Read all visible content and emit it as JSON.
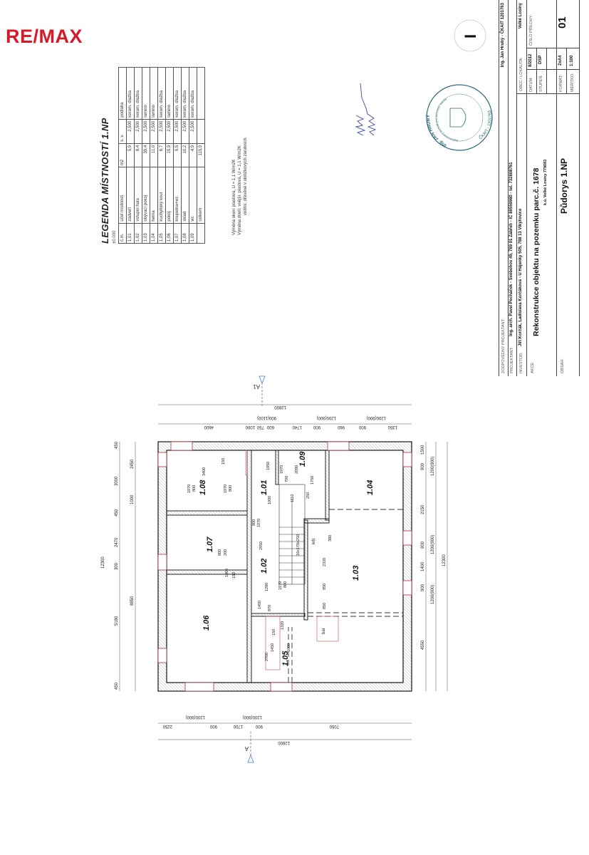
{
  "logo": {
    "text": "RE/MAX",
    "color": "#d71a2a"
  },
  "sheet_mark": "I",
  "legend": {
    "title": "LEGENDA MÍSTNOSTÍ 1.NP",
    "level": "±0.000",
    "headers": [
      "č.m.",
      "účel místnosti",
      "m2",
      "s. v.",
      "podlaha"
    ],
    "rows": [
      [
        "1,01",
        "zádveří",
        "5,9",
        "2,500",
        "keram. dlažba"
      ],
      [
        "1,02",
        "vstupní hala",
        "8,4",
        "2,500",
        "keram. dlažba"
      ],
      [
        "1,03",
        "obývací pokoj",
        "39,4",
        "2,500",
        "lamino"
      ],
      [
        "1,04",
        "herna",
        "11,0",
        "2,500",
        "lamino"
      ],
      [
        "1,05",
        "kuchyňský kout",
        "6,7",
        "2,500",
        "keram. dlažba"
      ],
      [
        "1,06",
        "pokoj",
        "19,9",
        "2,500",
        "lamino"
      ],
      [
        "1,07",
        "koupelna+wc",
        "9,5",
        "2,500",
        "keram. dlažba"
      ],
      [
        "1,08",
        "sklad",
        "10,2",
        "2,500",
        "keram. dlažba"
      ],
      [
        "1,09",
        "wc",
        "4,9",
        "2,500",
        "keram. dlažba"
      ]
    ],
    "total": {
      "label": "celkem",
      "m2": "115,9"
    },
    "notes": [
      "Výměna oken: plastová, U = 1,1 W/m2K",
      "Výměna dveří: vnější: plastová, U = 1,1 W/m2K",
      "vnitřní: dřevěné v obložkových zárubních"
    ]
  },
  "title_block": {
    "responsible_label": "ZODPOVĚDNÝ PROJEKTANT:",
    "responsible_value": "Ing. Jan Hrubý  -  ČKAIT 1201763",
    "designer_label": "PROJEKTANT:",
    "designer_value": "Ing. arch. Pavel Pecháček  -  Svébohov 49, 789 01 Zábřeh  -  IČ 88559980  -  tel. 732808761",
    "investor_label": "INVESTOR:",
    "investor_value": "Jiří Korčák, Ladislava Korčáková - U Hájenky 505, 788 13 Vikýřovice",
    "locality_label": "OBEC / LOKALITA:",
    "locality_value": "Velké Losiny",
    "project_label": "AKCE:",
    "project_value": "Rekonstrukce objektu na pozemku parc.č. 1678",
    "project_sub": "k.ú. Velké Losiny 779083",
    "content_label": "OBSAH:",
    "content_value": "Půdorys 1.NP",
    "date_label": "DATUM:",
    "date_value": "8/2012",
    "stage_label": "STUPEŇ:",
    "stage_value": "DSP",
    "format_label": "FORMÁT:",
    "format_value": "2xA4",
    "scale_label": "MĚŘÍTKO:",
    "scale_value": "1:100",
    "attachment_label": "ČÍSLO PŘÍLOHY:",
    "attachment_value": "01"
  },
  "stamp": {
    "name": "Ing. JAN HRUBÝ",
    "role": "Autorizovaný technik pro pozemní stavby",
    "number": "ČKAIT - 1201763",
    "color": "#2a6a78"
  },
  "plan": {
    "rooms": [
      "1.01",
      "1.02",
      "1.03",
      "1.04",
      "1.05",
      "1.06",
      "1.07",
      "1.08",
      "1.09"
    ],
    "labels": {
      "bar": "bar",
      "fireplace": "krb"
    },
    "sections": {
      "a": "A",
      "a1": "A1"
    },
    "dims": {
      "top_row1": [
        "4600",
        "1000",
        "750",
        "600",
        "1740",
        "900",
        "960",
        "900",
        "1350"
      ],
      "top_row2": [
        "900(1100)",
        "1200(900)",
        "1200(900)"
      ],
      "top_total": "12800",
      "bottom_row1": [
        "2250",
        "900",
        "1700",
        "900",
        "7050"
      ],
      "bottom_row2": [
        "1200(900)",
        "1200(900)"
      ],
      "bottom_total": "12800",
      "left_row1": [
        "450",
        "3000",
        "450",
        "2470",
        "300",
        "5180",
        "450"
      ],
      "left_row2": [
        "2450",
        "1000",
        "8850"
      ],
      "left_total": "12300",
      "right_row1": [
        "1500",
        "900",
        "2150",
        "900",
        "1400",
        "900",
        "4550"
      ],
      "right_row2": [
        "1200(900)",
        "1200(900)",
        "1200(900)"
      ],
      "right_total": "12300",
      "interior": [
        "3400",
        "150",
        "1970",
        "800",
        "1970",
        "800",
        "1950",
        "1970",
        "700",
        "2090",
        "1750",
        "1000",
        "1110",
        "250",
        "800",
        "1970",
        "2950",
        "2320",
        "380",
        "950",
        "850",
        "1280",
        "1970",
        "800",
        "1000",
        "150",
        "870",
        "1450",
        "1320",
        "150",
        "2700",
        "1450",
        "1000",
        "800",
        "200",
        "16x170x250"
      ]
    }
  },
  "colors": {
    "wall": "#444444",
    "window": "#b0303a",
    "section_marker": "#4a7fc0",
    "handwriting": "#3a4a9a"
  }
}
